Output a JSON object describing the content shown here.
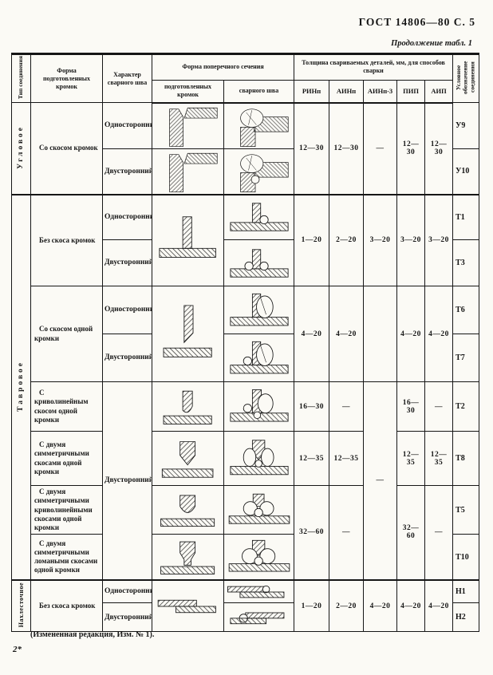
{
  "page": {
    "gost_title": "ГОСТ 14806—80 С. 5",
    "continuation": "Продолжение табл. 1",
    "footnote": "(Измененная редакция, Изм. № 1).",
    "page_marker": "2*"
  },
  "table": {
    "headers": {
      "joint_type": "Тип соединения",
      "edge_form": "Форма подготовленных кромок",
      "weld_character": "Характер сварного шва",
      "cross_section": "Форма поперечного сечения",
      "cross_section_prepared": "подготовленных кромок",
      "cross_section_weld": "сварного шва",
      "thickness": "Толщина свариваемых деталей, мм, для способов сварки",
      "methods": [
        "РИНп",
        "АИНп",
        "АИНп-3",
        "ПИП",
        "АИП"
      ],
      "designation": "Условное обозначение соединения"
    },
    "types": [
      {
        "label": "Угловое"
      },
      {
        "label": "Тавровое"
      },
      {
        "label": "Нахлесточное"
      }
    ],
    "rows": [
      {
        "edge_form": "Со скосом кромок",
        "weld": "Односторонний",
        "vals": [
          "12—30",
          "12—30",
          "—",
          "12—30",
          "12—30"
        ],
        "code": "У9",
        "diagram_prepared": "corner-joint-beveled-edge",
        "diagram_weld": "corner-weld-one-sided"
      },
      {
        "weld": "Двусторонний",
        "code": "У10",
        "diagram_prepared": "corner-joint-beveled-edge",
        "diagram_weld": "corner-weld-two-sided"
      },
      {
        "edge_form": "Без скоса кромок",
        "weld": "Односторонний",
        "vals": [
          "1—20",
          "2—20",
          "3—20",
          "3—20",
          "3—20"
        ],
        "code": "Т1",
        "diagram_prepared": "tee-joint-square-edge",
        "diagram_weld": "tee-fillet-one-sided"
      },
      {
        "weld": "Двусторонний",
        "code": "Т3",
        "diagram_weld": "tee-fillet-two-sided"
      },
      {
        "edge_form": "Со скосом одной кромки",
        "weld": "Односторонний",
        "vals": [
          "4—20",
          "4—20",
          "",
          "4—20",
          "4—20"
        ],
        "code": "Т6",
        "diagram_prepared": "tee-single-bevel-edge",
        "diagram_weld": "tee-bevel-weld-one-sided"
      },
      {
        "weld": "Двусторонний",
        "code": "Т7",
        "diagram_weld": "tee-bevel-weld-two-sided"
      },
      {
        "edge_form": "С криволинейным скосом одной кромки",
        "weld": "Двусторонний",
        "vals": [
          "16—30",
          "—",
          "—",
          "16—30",
          "—"
        ],
        "code": "Т2",
        "diagram_prepared": "tee-curved-bevel-edge",
        "diagram_weld": "tee-curved-bevel-weld"
      },
      {
        "edge_form": "С двумя симметричными скосами одной кромки",
        "vals": [
          "12—35",
          "12—35",
          "",
          "12—35",
          "12—35"
        ],
        "code": "Т8",
        "diagram_prepared": "tee-double-symmetric-bevel-edge",
        "diagram_weld": "tee-double-bevel-weld"
      },
      {
        "edge_form": "С двумя симметричными криволинейными скосами одной кромки",
        "vals": [
          "32—60",
          "—",
          "",
          "32—60",
          "—"
        ],
        "code": "Т5",
        "diagram_prepared": "tee-double-curved-bevel-edge",
        "diagram_weld": "tee-double-curved-weld"
      },
      {
        "edge_form": "С двумя симметричными ломаными скосами одной кромки",
        "code": "Т10",
        "diagram_prepared": "tee-double-broken-bevel-edge",
        "diagram_weld": "tee-double-broken-weld"
      },
      {
        "edge_form": "Без скоса кромок",
        "weld": "Односторонний",
        "vals": [
          "1—20",
          "2—20",
          "4—20",
          "4—20",
          "4—20"
        ],
        "code": "Н1",
        "diagram_prepared": "lap-joint-square-edge",
        "diagram_weld": "lap-weld-one-sided"
      },
      {
        "weld": "Двусторонний",
        "code": "Н2",
        "diagram_weld": "lap-weld-two-sided"
      }
    ]
  }
}
